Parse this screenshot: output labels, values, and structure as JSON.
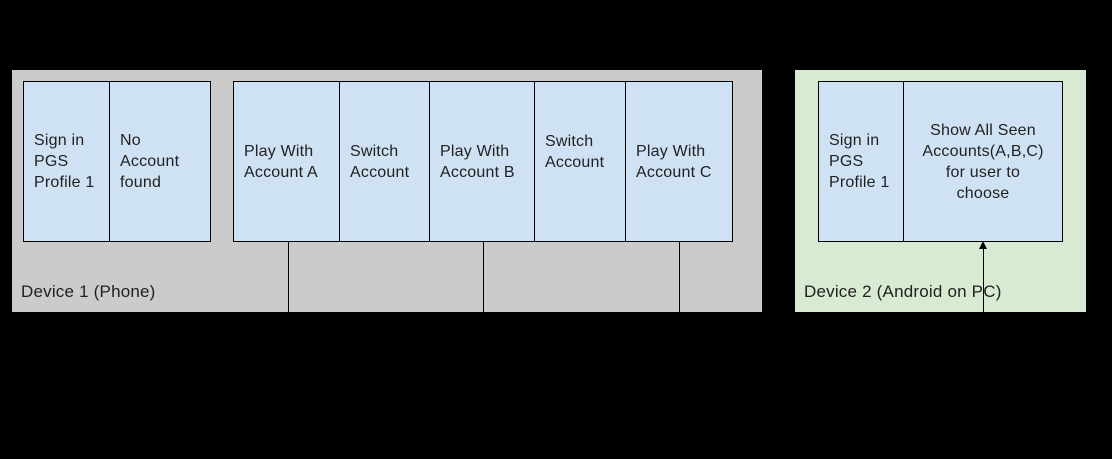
{
  "diagram": {
    "device1": {
      "label": "Device 1 (Phone)",
      "panel_color": "#cbcbcb",
      "boxes": [
        {
          "label": "Sign in\nPGS\nProfile 1"
        },
        {
          "label": "No\nAccount\nfound"
        },
        {
          "label": "Play With\nAccount A"
        },
        {
          "label": "Switch\nAccount"
        },
        {
          "label": "Play With\nAccount B"
        },
        {
          "label": "Switch\nAccount"
        },
        {
          "label": "Play With\nAccount C"
        }
      ]
    },
    "device2": {
      "label": "Device 2 (Android on PC)",
      "panel_color": "#d9ead3",
      "boxes": [
        {
          "label": "Sign in\nPGS\nProfile 1"
        },
        {
          "label": "Show All Seen\nAccounts(A,B,C)\nfor user to\nchoose"
        }
      ]
    },
    "colors": {
      "background": "#000000",
      "box_fill": "#cfe2f3",
      "box_border": "#000000",
      "text": "#212121"
    }
  }
}
